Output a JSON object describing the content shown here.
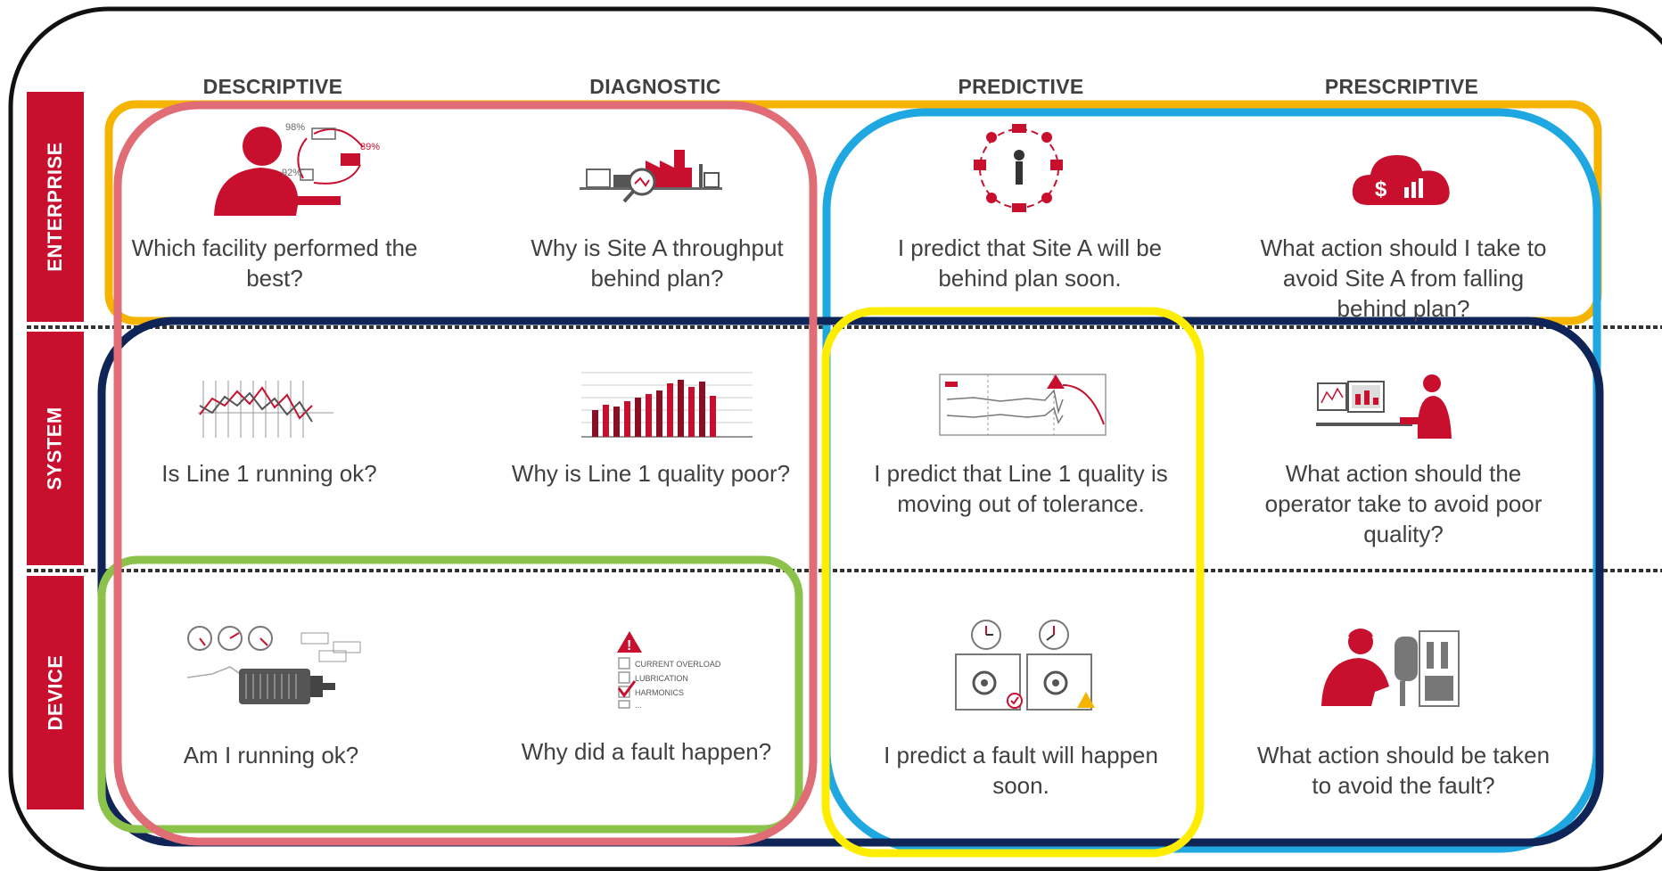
{
  "columns": {
    "descriptive": "DESCRIPTIVE",
    "diagnostic": "DIAGNOSTIC",
    "predictive": "PREDICTIVE",
    "prescriptive": "PRESCRIPTIVE"
  },
  "rows": {
    "enterprise": "ENTERPRISE",
    "system": "SYSTEM",
    "device": "DEVICE"
  },
  "cells": {
    "enterprise_descriptive": "Which facility performed the best?",
    "enterprise_diagnostic": "Why is Site A throughput behind plan?",
    "enterprise_predictive": "I predict that Site A will be behind plan soon.",
    "enterprise_prescriptive": "What action should I take to avoid Site A from falling behind plan?",
    "system_descriptive": "Is Line 1 running ok?",
    "system_diagnostic": "Why is Line 1 quality poor?",
    "system_predictive": "I predict that Line 1 quality is moving out of tolerance.",
    "system_prescriptive": "What action should the operator take to avoid poor quality?",
    "device_descriptive": "Am I running ok?",
    "device_diagnostic": "Why did a fault happen?",
    "device_predictive": "I predict a fault will happen soon.",
    "device_prescriptive": "What action should be taken to avoid the fault?"
  },
  "icon_labels": {
    "pct_98": "98%",
    "pct_92": "92%",
    "pct_89": "89%",
    "checklist_1": "CURRENT OVERLOAD",
    "checklist_2": "LUBRICATION",
    "checklist_3": "HARMONICS",
    "checklist_4": "..."
  },
  "icons": {
    "enterprise_descriptive": "facility-performance-icon",
    "enterprise_diagnostic": "factory-magnifier-icon",
    "enterprise_predictive": "supply-chain-cycle-icon",
    "enterprise_prescriptive": "cloud-cost-icon",
    "system_descriptive": "line-chart-icon",
    "system_diagnostic": "bar-chart-icon",
    "system_predictive": "trend-alert-icon",
    "system_prescriptive": "operator-workstation-icon",
    "device_descriptive": "motor-gauges-icon",
    "device_diagnostic": "fault-checklist-icon",
    "device_predictive": "pump-timer-icon",
    "device_prescriptive": "technician-machine-icon"
  },
  "colors": {
    "brand_red": "#c8102e",
    "text": "#404040",
    "enterprise_box": "#f4b400",
    "analytics_box": "#e06c75",
    "predictive_box": "#1ea7e1",
    "system_box": "#0f2557",
    "device_box": "#8bc34a",
    "yellow_box": "#ffed00"
  }
}
